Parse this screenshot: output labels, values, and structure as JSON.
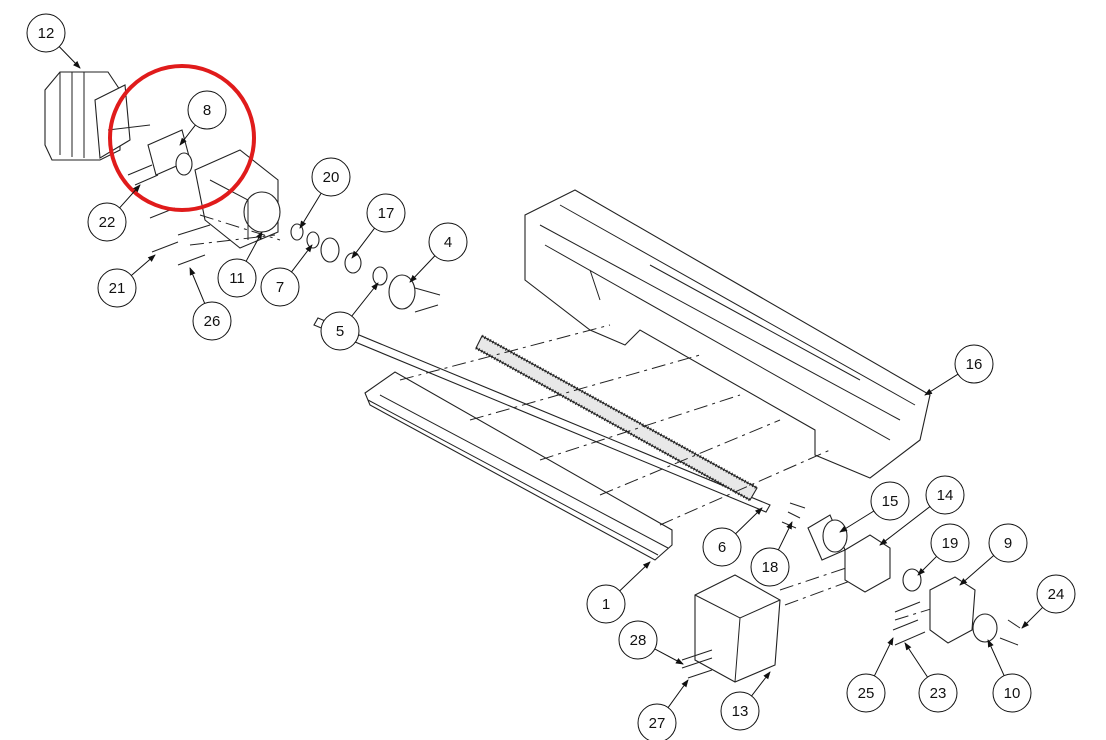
{
  "drawing": {
    "title": "Exploded assembly view",
    "balloons": [
      "12",
      "8",
      "22",
      "20",
      "17",
      "4",
      "21",
      "11",
      "7",
      "26",
      "5",
      "16",
      "15",
      "14",
      "6",
      "18",
      "19",
      "9",
      "1",
      "24",
      "28",
      "25",
      "23",
      "10",
      "13",
      "27"
    ],
    "highlight_color": "#e01b1b",
    "highlighted_part": "8"
  }
}
